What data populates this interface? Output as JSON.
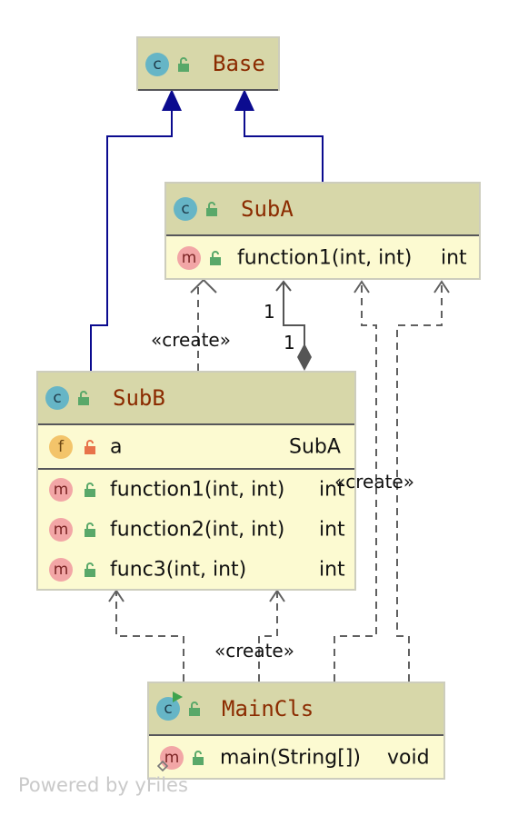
{
  "colors": {
    "header_fill": "#d7d7a9",
    "body_fill": "#fcfad1",
    "class_name": "#8b2b00",
    "inheritance_line": "#0b0b8f",
    "dependency_line": "#606060"
  },
  "classes": {
    "base": {
      "name": "Base",
      "badge": "c",
      "icon": "public-lock-icon"
    },
    "suba": {
      "name": "SubA",
      "badge": "c",
      "methods": [
        {
          "badge": "m",
          "signature": "function1(int, int)",
          "type": "int"
        }
      ]
    },
    "subb": {
      "name": "SubB",
      "badge": "c",
      "fields": [
        {
          "badge": "f",
          "name": "a",
          "type": "SubA",
          "icon": "private-lock-icon"
        }
      ],
      "methods": [
        {
          "badge": "m",
          "signature": "function1(int, int)",
          "type": "int"
        },
        {
          "badge": "m",
          "signature": "function2(int, int)",
          "type": "int"
        },
        {
          "badge": "m",
          "signature": "func3(int, int)",
          "type": "int"
        }
      ]
    },
    "maincls": {
      "name": "MainCls",
      "badge": "c",
      "badge_icon": "runnable-class-icon",
      "methods": [
        {
          "badge": "m",
          "signature": "main(String[])",
          "type": "void",
          "icon": "static-marker-icon"
        }
      ]
    }
  },
  "relations": {
    "subb_to_suba_create": "«create»",
    "composition_mult_top": "1",
    "composition_mult_bottom": "1",
    "maincls_to_subb_create": "«create»",
    "maincls_to_suba_create": "«create»"
  },
  "watermark": "Powered by yFiles"
}
